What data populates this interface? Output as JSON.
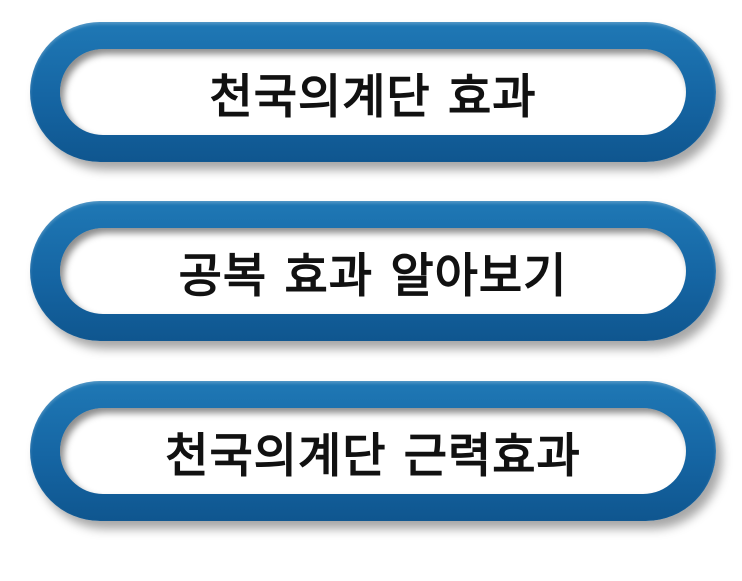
{
  "colors": {
    "pill_border": "#1565a3",
    "pill_fill": "#ffffff",
    "text": "#111111"
  },
  "buttons": [
    {
      "label": "천국의계단 효과"
    },
    {
      "label": "공복 효과 알아보기"
    },
    {
      "label": "천국의계단 근력효과"
    }
  ]
}
